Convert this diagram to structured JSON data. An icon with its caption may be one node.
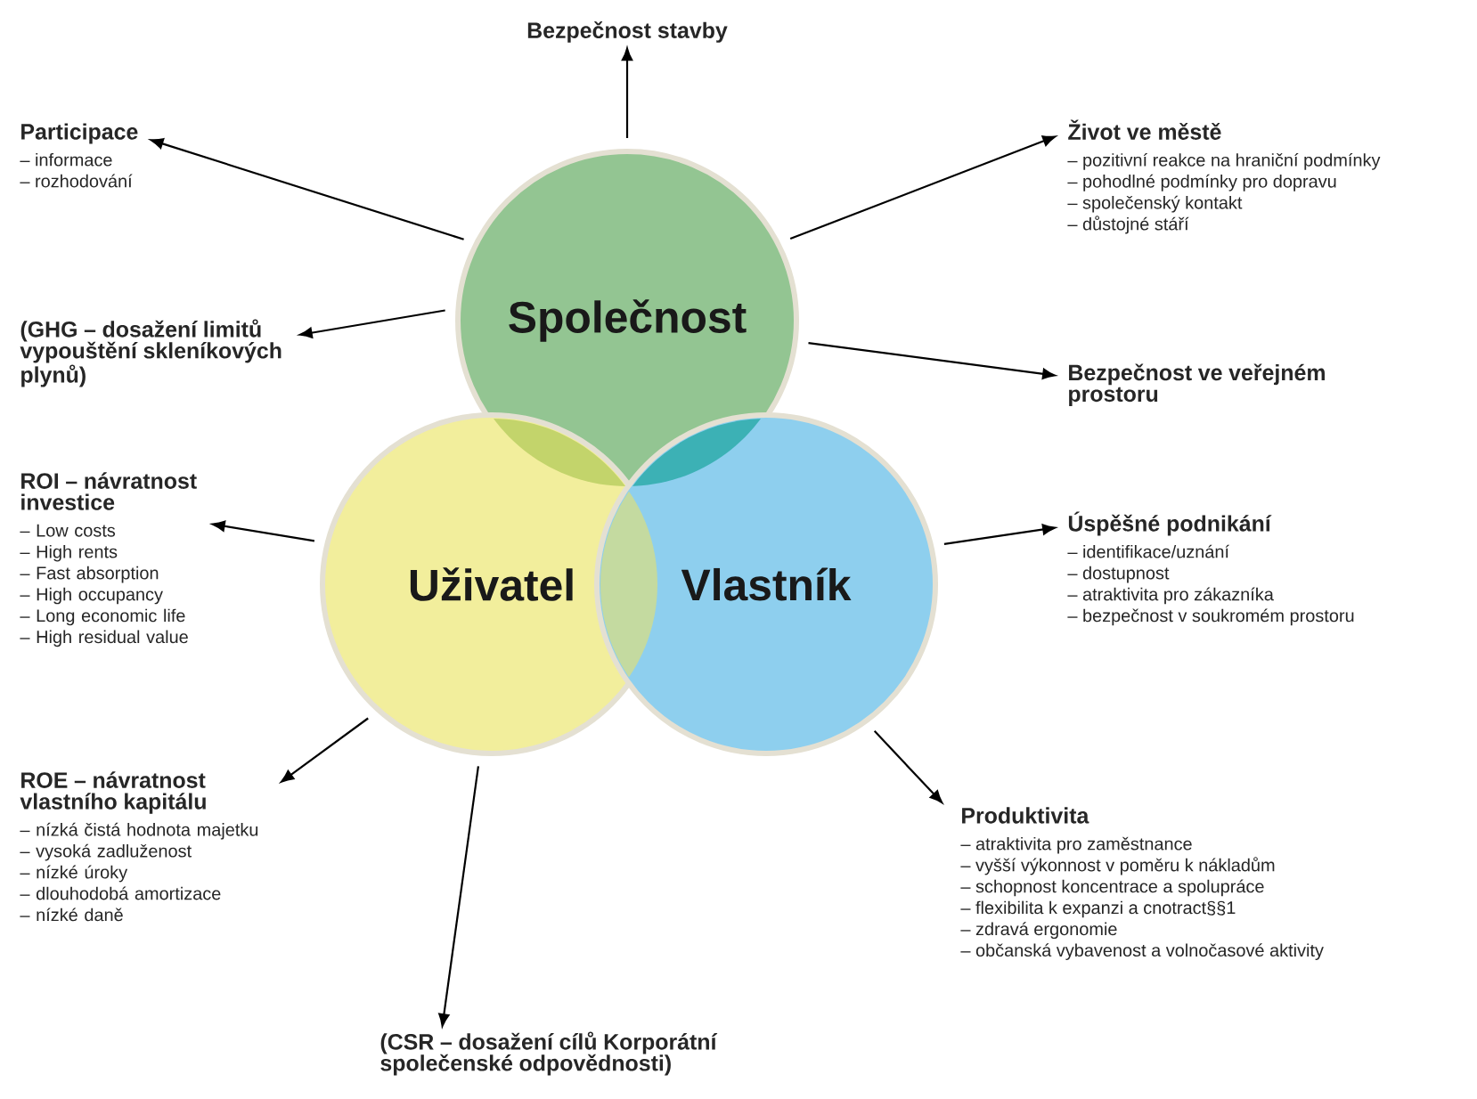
{
  "diagram": {
    "nodes": [
      {
        "text": [
          "Společnost"
        ]
      },
      {
        "text": [
          "Uživatel"
        ]
      },
      {
        "text": [
          "Vlastník"
        ]
      },
      {
        "text": [
          "Bezpečnost stavby"
        ]
      },
      {
        "text": [
          "Participace",
          "– informace",
          "– rozhodování"
        ]
      },
      {
        "text": [
          "Život ve městě",
          "– pozitivní reakce na hraniční podmínky",
          "– pohodlné podmínky pro dopravu",
          "– společenský kontakt",
          "– důstojné stáří"
        ]
      },
      {
        "text": [
          "(GHG – dosažení limitů vypouštění skleníkových plynů)"
        ]
      },
      {
        "text": [
          "Bezpečnost ve veřejném prostoru"
        ]
      },
      {
        "text": [
          "ROI – návratnost investice",
          "– Low costs",
          "– High rents",
          "– Fast absorption",
          "– High occupancy",
          "– Long economic life",
          "– High residual value"
        ]
      },
      {
        "text": [
          "Úspěšné podnikání",
          "– identifikace/uznání",
          "– dostupnost",
          "– atraktivita pro zákazníka",
          "– bezpečnost v soukromém prostoru"
        ]
      },
      {
        "text": [
          "ROE – návratnost vlastního kapitálu",
          "– nízká čistá hodnota majetku",
          "– vysoká zadluženost",
          "– nízké úroky",
          "– dlouhodobá amortizace",
          "– nízké daně"
        ]
      },
      {
        "text": [
          "Produktivita",
          "– atraktivita pro zaměstnance",
          "– vyšší výkonnost v poměru k nákladům",
          "– schopnost koncentrace a spolupráce",
          "– flexibilita k expanzi a cnotract§§1",
          "– zdravá ergonomie",
          "– občanská vybavenost a volnočasové aktivity"
        ]
      },
      {
        "text": [
          "(CSR – dosažení cílů Korporátní společenské odpovědnosti)"
        ]
      }
    ],
    "edges": [
      {
        "from": 0,
        "to": 3,
        "arrow": "to"
      },
      {
        "from": 0,
        "to": 4,
        "arrow": "to"
      },
      {
        "from": 0,
        "to": 5,
        "arrow": "to"
      },
      {
        "from": 0,
        "to": 6,
        "arrow": "to"
      },
      {
        "from": 0,
        "to": 7,
        "arrow": "to"
      },
      {
        "from": 1,
        "to": 8,
        "arrow": "to"
      },
      {
        "from": 1,
        "to": 10,
        "arrow": "to"
      },
      {
        "from": 1,
        "to": 12,
        "arrow": "to"
      },
      {
        "from": 2,
        "to": 9,
        "arrow": "to"
      },
      {
        "from": 2,
        "to": 11,
        "arrow": "to"
      }
    ]
  }
}
